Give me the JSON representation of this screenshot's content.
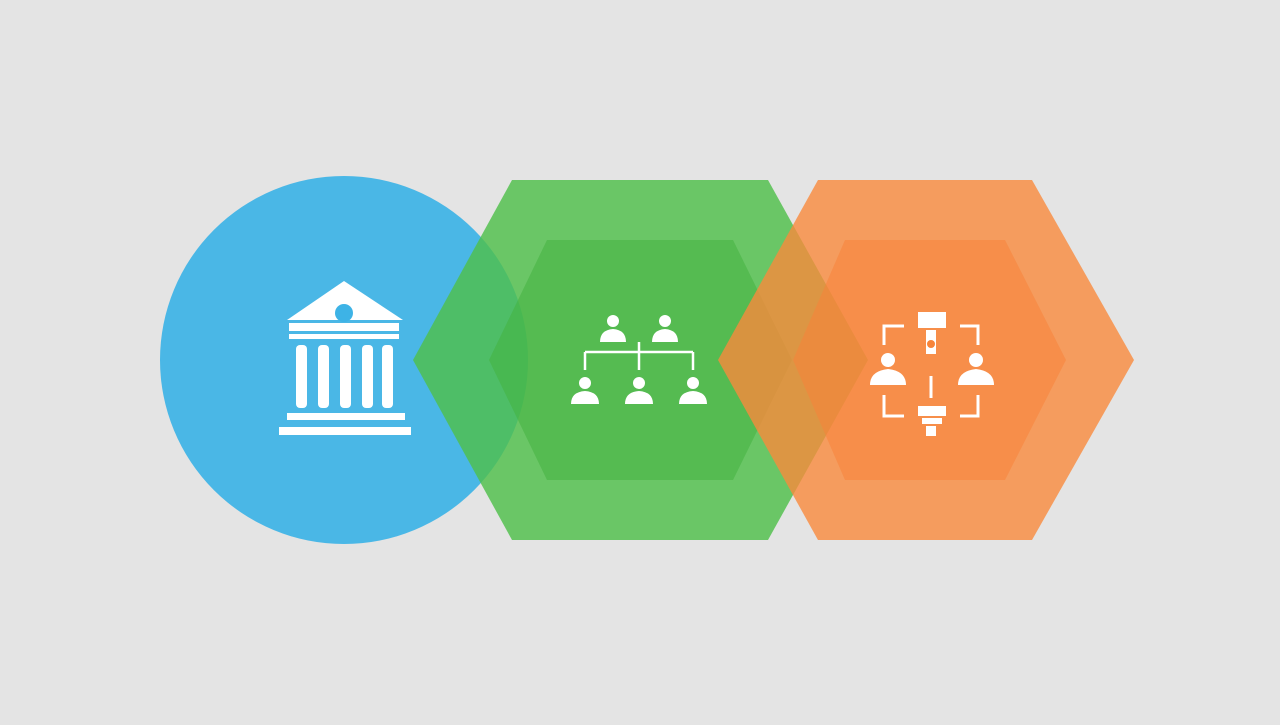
{
  "background_color": "#e4e4e4",
  "diagram": {
    "shapes": [
      {
        "kind": "circle",
        "icon": "bank-building-icon",
        "color": "#3db3e6",
        "opacity": 0.92
      },
      {
        "kind": "hexagon",
        "icon": "org-chart-icon",
        "color": "#4fbf4a",
        "inner_color": "#43b33f",
        "opacity": 0.82
      },
      {
        "kind": "hexagon",
        "icon": "collaboration-cycle-icon",
        "color": "#f98a3c",
        "inner_color": "#f7843a",
        "opacity": 0.8
      }
    ],
    "icon_color": "#ffffff"
  }
}
